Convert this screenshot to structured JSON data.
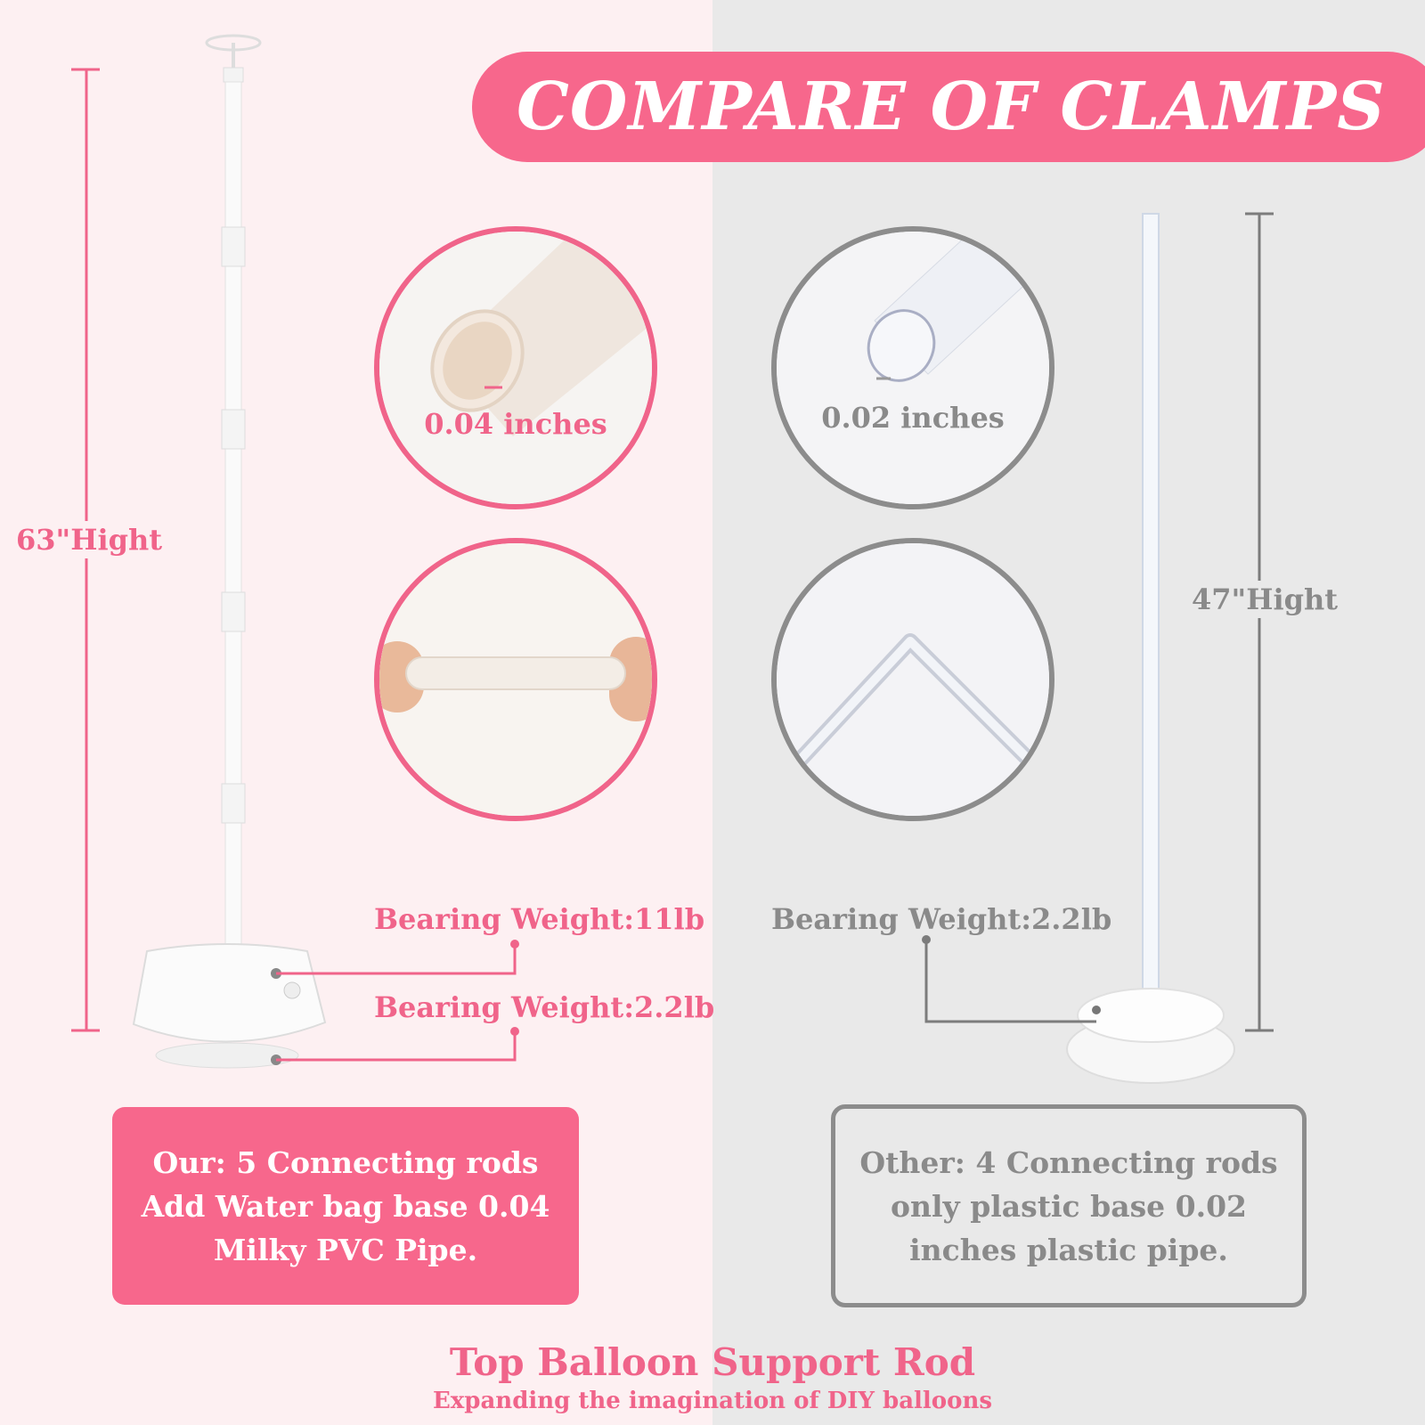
{
  "header": {
    "title": "COMPARE OF CLAMPS"
  },
  "ours": {
    "height_label": "63\"Hight",
    "thickness_label": "0.04 inches",
    "bearing_bag": "Bearing Weight:11lb",
    "bearing_base": "Bearing Weight:2.2lb",
    "summary": "Our: 5 Connecting rods Add Water bag base 0.04 Milky PVC Pipe."
  },
  "other": {
    "height_label": "47\"Hight",
    "thickness_label": "0.02 inches",
    "bearing": "Bearing Weight:2.2lb",
    "summary": "Other: 4 Connecting rods only plastic base 0.02 inches plastic pipe."
  },
  "footer": {
    "title": "Top Balloon Support Rod",
    "subtitle": "Expanding the imagination of DIY balloons"
  },
  "colors": {
    "accent": "#f7678c",
    "accent_text": "#f0648a",
    "gray": "#8c8c8c",
    "left_bg": "#fdf0f2",
    "right_bg": "#e9e9e9"
  }
}
